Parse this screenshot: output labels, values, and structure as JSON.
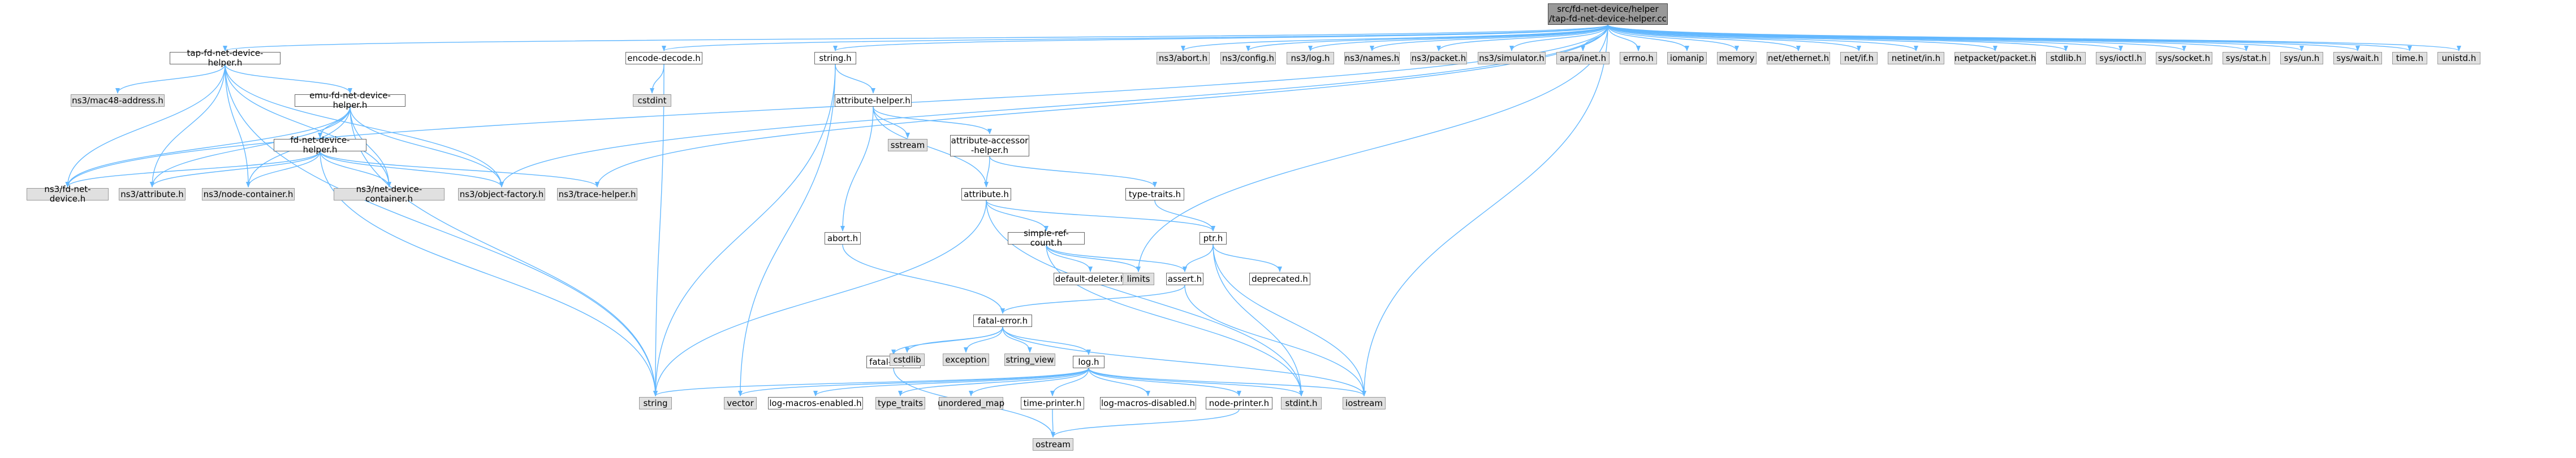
{
  "colors": {
    "edge": "#63b8ff",
    "root_fill": "#999999",
    "ext_fill": "#e0e0e0",
    "int_fill": "#ffffff",
    "border": "#666666"
  },
  "nodes": {
    "root": "src/fd-net-device/helper\n/tap-fd-net-device-helper.cc",
    "tap_fd_net_device_helper": "tap-fd-net-device-helper.h",
    "ns3_mac48_address": "ns3/mac48-address.h",
    "emu_fd_net_device_helper": "emu-fd-net-device-helper.h",
    "fd_net_device_helper": "fd-net-device-helper.h",
    "ns3_fd_net_device": "ns3/fd-net-device.h",
    "ns3_attribute": "ns3/attribute.h",
    "ns3_node_container": "ns3/node-container.h",
    "ns3_net_device_container": "ns3/net-device-container.h",
    "ns3_object_factory": "ns3/object-factory.h",
    "ns3_trace_helper": "ns3/trace-helper.h",
    "string": "string",
    "encode_decode": "encode-decode.h",
    "cstdint": "cstdint",
    "string_h": "string.h",
    "attribute_helper": "attribute-helper.h",
    "sstream": "sstream",
    "attribute_accessor_helper": "attribute-accessor\n-helper.h",
    "type_traits_h": "type-traits.h",
    "attribute_h": "attribute.h",
    "abort_h": "abort.h",
    "simple_ref_count": "simple-ref-count.h",
    "ptr_h": "ptr.h",
    "default_deleter": "default-deleter.h",
    "limits": "limits",
    "assert_h": "assert.h",
    "deprecated_h": "deprecated.h",
    "fatal_error": "fatal-error.h",
    "fatal_impl": "fatal-impl.h",
    "cstdlib": "cstdlib",
    "exception": "exception",
    "string_view": "string_view",
    "log_h": "log.h",
    "vector": "vector",
    "log_macros_enabled": "log-macros-enabled.h",
    "type_traits": "type_traits",
    "unordered_map": "unordered_map",
    "time_printer": "time-printer.h",
    "log_macros_disabled": "log-macros-disabled.h",
    "node_printer": "node-printer.h",
    "stdint_h": "stdint.h",
    "iostream": "iostream",
    "ostream": "ostream",
    "ns3_abort": "ns3/abort.h",
    "ns3_config": "ns3/config.h",
    "ns3_log": "ns3/log.h",
    "ns3_names": "ns3/names.h",
    "ns3_packet": "ns3/packet.h",
    "ns3_simulator": "ns3/simulator.h",
    "arpa_inet": "arpa/inet.h",
    "errno_h": "errno.h",
    "iomanip": "iomanip",
    "memory": "memory",
    "net_ethernet": "net/ethernet.h",
    "net_if": "net/if.h",
    "netinet_in": "netinet/in.h",
    "netpacket_packet": "netpacket/packet.h",
    "stdlib_h": "stdlib.h",
    "sys_ioctl": "sys/ioctl.h",
    "sys_socket": "sys/socket.h",
    "sys_stat": "sys/stat.h",
    "sys_un": "sys/un.h",
    "sys_wait": "sys/wait.h",
    "time_h": "time.h",
    "unistd_h": "unistd.h"
  },
  "edges": [
    [
      "root",
      "tap_fd_net_device_helper"
    ],
    [
      "root",
      "encode_decode"
    ],
    [
      "root",
      "string_h"
    ],
    [
      "root",
      "limits"
    ],
    [
      "root",
      "iostream"
    ],
    [
      "root",
      "ns3_object_factory"
    ],
    [
      "root",
      "ns3_trace_helper"
    ],
    [
      "root",
      "ns3_fd_net_device"
    ],
    [
      "root",
      "ns3_abort"
    ],
    [
      "root",
      "ns3_config"
    ],
    [
      "root",
      "ns3_log"
    ],
    [
      "root",
      "ns3_names"
    ],
    [
      "root",
      "ns3_packet"
    ],
    [
      "root",
      "ns3_simulator"
    ],
    [
      "root",
      "arpa_inet"
    ],
    [
      "root",
      "errno_h"
    ],
    [
      "root",
      "iomanip"
    ],
    [
      "root",
      "memory"
    ],
    [
      "root",
      "net_ethernet"
    ],
    [
      "root",
      "net_if"
    ],
    [
      "root",
      "netinet_in"
    ],
    [
      "root",
      "netpacket_packet"
    ],
    [
      "root",
      "stdlib_h"
    ],
    [
      "root",
      "sys_ioctl"
    ],
    [
      "root",
      "sys_socket"
    ],
    [
      "root",
      "sys_stat"
    ],
    [
      "root",
      "sys_un"
    ],
    [
      "root",
      "sys_wait"
    ],
    [
      "root",
      "time_h"
    ],
    [
      "root",
      "unistd_h"
    ],
    [
      "tap_fd_net_device_helper",
      "ns3_mac48_address"
    ],
    [
      "tap_fd_net_device_helper",
      "emu_fd_net_device_helper"
    ],
    [
      "tap_fd_net_device_helper",
      "ns3_fd_net_device"
    ],
    [
      "tap_fd_net_device_helper",
      "ns3_attribute"
    ],
    [
      "tap_fd_net_device_helper",
      "ns3_node_container"
    ],
    [
      "tap_fd_net_device_helper",
      "ns3_net_device_container"
    ],
    [
      "tap_fd_net_device_helper",
      "ns3_object_factory"
    ],
    [
      "tap_fd_net_device_helper",
      "string"
    ],
    [
      "emu_fd_net_device_helper",
      "fd_net_device_helper"
    ],
    [
      "emu_fd_net_device_helper",
      "ns3_fd_net_device"
    ],
    [
      "emu_fd_net_device_helper",
      "ns3_attribute"
    ],
    [
      "emu_fd_net_device_helper",
      "ns3_node_container"
    ],
    [
      "emu_fd_net_device_helper",
      "ns3_net_device_container"
    ],
    [
      "emu_fd_net_device_helper",
      "ns3_object_factory"
    ],
    [
      "emu_fd_net_device_helper",
      "string"
    ],
    [
      "fd_net_device_helper",
      "ns3_fd_net_device"
    ],
    [
      "fd_net_device_helper",
      "ns3_attribute"
    ],
    [
      "fd_net_device_helper",
      "ns3_node_container"
    ],
    [
      "fd_net_device_helper",
      "ns3_net_device_container"
    ],
    [
      "fd_net_device_helper",
      "ns3_object_factory"
    ],
    [
      "fd_net_device_helper",
      "ns3_trace_helper"
    ],
    [
      "fd_net_device_helper",
      "string"
    ],
    [
      "encode_decode",
      "cstdint"
    ],
    [
      "encode_decode",
      "string"
    ],
    [
      "string_h",
      "attribute_helper"
    ],
    [
      "string_h",
      "string"
    ],
    [
      "attribute_helper",
      "sstream"
    ],
    [
      "attribute_helper",
      "attribute_accessor_helper"
    ],
    [
      "attribute_helper",
      "attribute_h"
    ],
    [
      "attribute_helper",
      "abort_h"
    ],
    [
      "attribute_accessor_helper",
      "attribute_h"
    ],
    [
      "attribute_accessor_helper",
      "type_traits_h"
    ],
    [
      "type_traits_h",
      "ptr_h"
    ],
    [
      "attribute_h",
      "simple_ref_count"
    ],
    [
      "attribute_h",
      "ptr_h"
    ],
    [
      "attribute_h",
      "string"
    ],
    [
      "attribute_h",
      "stdint_h"
    ],
    [
      "abort_h",
      "fatal_error"
    ],
    [
      "simple_ref_count",
      "default_deleter"
    ],
    [
      "simple_ref_count",
      "limits"
    ],
    [
      "simple_ref_count",
      "assert_h"
    ],
    [
      "simple_ref_count",
      "stdint_h"
    ],
    [
      "ptr_h",
      "assert_h"
    ],
    [
      "ptr_h",
      "deprecated_h"
    ],
    [
      "ptr_h",
      "iostream"
    ],
    [
      "ptr_h",
      "stdint_h"
    ],
    [
      "assert_h",
      "fatal_error"
    ],
    [
      "assert_h",
      "iostream"
    ],
    [
      "fatal_error",
      "fatal_impl"
    ],
    [
      "fatal_error",
      "cstdlib"
    ],
    [
      "fatal_error",
      "exception"
    ],
    [
      "fatal_error",
      "string_view"
    ],
    [
      "fatal_error",
      "log_h"
    ],
    [
      "fatal_error",
      "iostream"
    ],
    [
      "fatal_impl",
      "ostream"
    ],
    [
      "log_h",
      "string"
    ],
    [
      "log_h",
      "vector"
    ],
    [
      "log_h",
      "log_macros_enabled"
    ],
    [
      "log_h",
      "type_traits"
    ],
    [
      "log_h",
      "unordered_map"
    ],
    [
      "log_h",
      "time_printer"
    ],
    [
      "log_h",
      "log_macros_disabled"
    ],
    [
      "log_h",
      "node_printer"
    ],
    [
      "log_h",
      "stdint_h"
    ],
    [
      "log_h",
      "iostream"
    ],
    [
      "time_printer",
      "ostream"
    ],
    [
      "node_printer",
      "ostream"
    ],
    [
      "string_h",
      "vector"
    ]
  ]
}
